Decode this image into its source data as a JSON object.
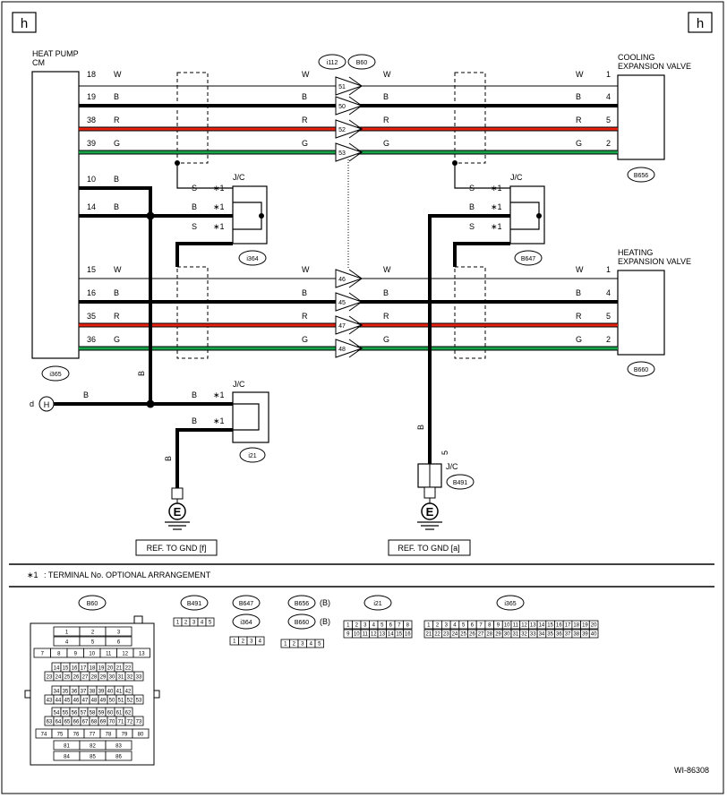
{
  "corner_marks": {
    "left": "h",
    "right": "h"
  },
  "components": {
    "heat_pump_cm": {
      "line1": "HEAT PUMP",
      "line2": "CM",
      "connector": "i365"
    },
    "cooling_valve": {
      "line1": "COOLING",
      "line2": "EXPANSION VALVE",
      "connector": "B656"
    },
    "heating_valve": {
      "line1": "HEATING",
      "line2": "EXPANSION VALVE",
      "connector": "B660"
    },
    "inline_connectors": {
      "left": "i112",
      "right": "B60"
    },
    "jc_labels": {
      "jc": "J/C"
    },
    "jc_connectors": {
      "left": "i364",
      "right": "B647",
      "bottom_left": "i21",
      "bottom_right": "B491"
    }
  },
  "upper_wires": [
    {
      "pin": "18",
      "color": "W",
      "inline": "51",
      "valve_pin": "1"
    },
    {
      "pin": "19",
      "color": "B",
      "inline": "50",
      "valve_pin": "4"
    },
    {
      "pin": "38",
      "color": "R",
      "inline": "52",
      "valve_pin": "5"
    },
    {
      "pin": "39",
      "color": "G",
      "inline": "53",
      "valve_pin": "2"
    }
  ],
  "lower_wires": [
    {
      "pin": "15",
      "color": "W",
      "inline": "46",
      "valve_pin": "1"
    },
    {
      "pin": "16",
      "color": "B",
      "inline": "45",
      "valve_pin": "4"
    },
    {
      "pin": "35",
      "color": "R",
      "inline": "47",
      "valve_pin": "5"
    },
    {
      "pin": "36",
      "color": "G",
      "inline": "48",
      "valve_pin": "2"
    }
  ],
  "ground_wires": {
    "pin10": "10",
    "pin14": "14",
    "b": "B",
    "s": "S",
    "star1": "∗1",
    "five": "5",
    "d": "d",
    "h_symbol": "H"
  },
  "ground": {
    "symbol": "E",
    "ref_left": "REF. TO GND [f]",
    "ref_right": "REF. TO GND [a]"
  },
  "footnote": {
    "mark": "∗1",
    "text": ": TERMINAL No. OPTIONAL ARRANGEMENT"
  },
  "connector_views": {
    "b60": {
      "label": "B60",
      "rows": [
        [
          "1",
          "2",
          "3"
        ],
        [
          "4",
          "5",
          "6"
        ],
        [
          "7",
          "8",
          "9",
          "10",
          "11",
          "12",
          "13"
        ],
        [
          "14",
          "15",
          "16",
          "17",
          "18",
          "19",
          "20",
          "21",
          "22"
        ],
        [
          "23",
          "24",
          "25",
          "26",
          "27",
          "28",
          "29",
          "30",
          "31",
          "32",
          "33"
        ],
        [
          "34",
          "35",
          "36",
          "37",
          "38",
          "39",
          "40",
          "41",
          "42"
        ],
        [
          "43",
          "44",
          "45",
          "46",
          "47",
          "48",
          "49",
          "50",
          "51",
          "52",
          "53"
        ],
        [
          "54",
          "55",
          "56",
          "57",
          "58",
          "59",
          "60",
          "61",
          "62"
        ],
        [
          "63",
          "64",
          "65",
          "66",
          "67",
          "68",
          "69",
          "70",
          "71",
          "72",
          "73"
        ],
        [
          "74",
          "75",
          "76",
          "77",
          "78",
          "79",
          "80"
        ],
        [
          "81",
          "82",
          "83"
        ],
        [
          "84",
          "85",
          "86"
        ]
      ]
    },
    "b491": {
      "label": "B491",
      "pins": [
        "1",
        "2",
        "3",
        "4",
        "5"
      ]
    },
    "b647": {
      "label": "B647",
      "sub": "i364",
      "pins": [
        "1",
        "2",
        "3",
        "4"
      ]
    },
    "b656": {
      "label": "B656",
      "sub": "B660",
      "suffix": "(B)",
      "pins": [
        "1",
        "2",
        "3",
        "4",
        "5"
      ]
    },
    "i21": {
      "label": "i21",
      "rows": [
        [
          "1",
          "2",
          "3",
          "4",
          "5",
          "6",
          "7",
          "8"
        ],
        [
          "9",
          "10",
          "11",
          "12",
          "13",
          "14",
          "15",
          "16"
        ]
      ]
    },
    "i365": {
      "label": "i365",
      "rows": [
        [
          "1",
          "2",
          "3",
          "4",
          "5",
          "6",
          "7",
          "8",
          "9",
          "10",
          "11",
          "12",
          "13",
          "14",
          "15",
          "16",
          "17",
          "18",
          "19",
          "20"
        ],
        [
          "21",
          "22",
          "23",
          "24",
          "25",
          "26",
          "27",
          "28",
          "29",
          "30",
          "31",
          "32",
          "33",
          "34",
          "35",
          "36",
          "37",
          "38",
          "39",
          "40"
        ]
      ]
    }
  },
  "figure_id": "WI-86308",
  "colors": {
    "red_wire": "#e8200f",
    "green_wire": "#17a34a",
    "black_wire": "#000000"
  }
}
